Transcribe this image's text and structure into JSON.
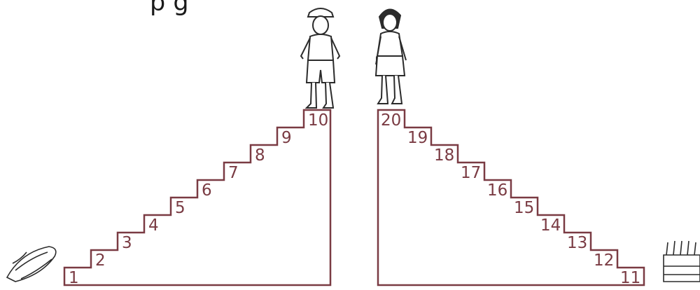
{
  "heading": "p        g",
  "colors": {
    "stairs": "#7a3b43",
    "figures": "#2b2b2b",
    "background": "#ffffff"
  },
  "left_stairs": {
    "steps": [
      "1",
      "2",
      "3",
      "4",
      "5",
      "6",
      "7",
      "8",
      "9",
      "10"
    ]
  },
  "right_stairs": {
    "steps": [
      "11",
      "12",
      "13",
      "14",
      "15",
      "16",
      "17",
      "18",
      "19",
      "20"
    ]
  },
  "figures": {
    "boy": "boy-in-cap-figure",
    "girl": "girl-with-bag-figure",
    "corn": "corn-cob-icon",
    "corn_basket": "corn-basket-icon"
  }
}
